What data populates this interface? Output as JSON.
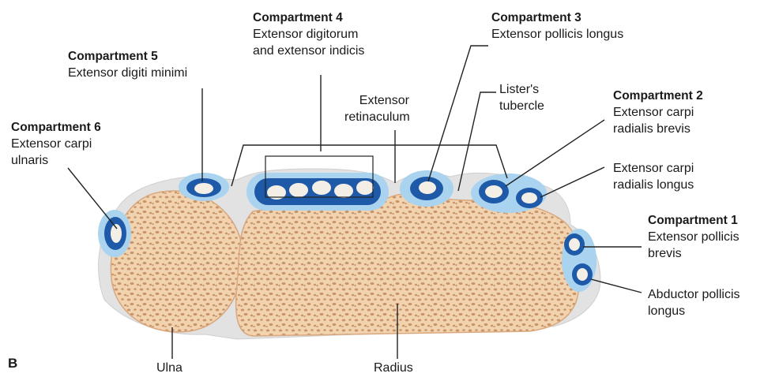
{
  "figure_letter": "B",
  "compartments": [
    {
      "id": "c1",
      "title": "Compartment 1",
      "muscles": [
        "Extensor pollicis brevis",
        "Abductor pollicis longus"
      ]
    },
    {
      "id": "c2",
      "title": "Compartment 2",
      "muscles": [
        "Extensor carpi radialis brevis",
        "Extensor carpi radialis longus"
      ]
    },
    {
      "id": "c3",
      "title": "Compartment 3",
      "muscles": [
        "Extensor pollicis longus"
      ]
    },
    {
      "id": "c4",
      "title": "Compartment 4",
      "muscles": [
        "Extensor digitorum and extensor indicis"
      ]
    },
    {
      "id": "c5",
      "title": "Compartment 5",
      "muscles": [
        "Extensor digiti minimi"
      ]
    },
    {
      "id": "c6",
      "title": "Compartment 6",
      "muscles": [
        "Extensor carpi ulnaris"
      ]
    }
  ],
  "labels": {
    "c6_title": "Compartment 6",
    "c6_l1": "Extensor carpi",
    "c6_l2": "ulnaris",
    "c5_title": "Compartment 5",
    "c5_l1": "Extensor digiti minimi",
    "c4_title": "Compartment 4",
    "c4_l1": "Extensor digitorum",
    "c4_l2": "and extensor indicis",
    "retinaculum_l1": "Extensor",
    "retinaculum_l2": "retinaculum",
    "c3_title": "Compartment 3",
    "c3_l1": "Extensor pollicis longus",
    "listers_l1": "Lister's",
    "listers_l2": "tubercle",
    "c2_title": "Compartment 2",
    "c2_l1": "Extensor carpi",
    "c2_l2": "radialis brevis",
    "c2b_l1": "Extensor carpi",
    "c2b_l2": "radialis longus",
    "c1_title": "Compartment 1",
    "c1_l1": "Extensor pollicis",
    "c1_l2": "brevis",
    "c1b_l1": "Abductor pollicis",
    "c1b_l2": "longus",
    "ulna": "Ulna",
    "radius": "Radius"
  },
  "colors": {
    "bone": "#f2d3b0",
    "bone_pore": "#c9946a",
    "bone_edge": "#d9a87e",
    "sheath_outer": "#a9d3ee",
    "sheath_dark": "#1f5aa8",
    "tendon": "#f3eee6",
    "connective": "#e2e2e2",
    "line": "#222222"
  }
}
